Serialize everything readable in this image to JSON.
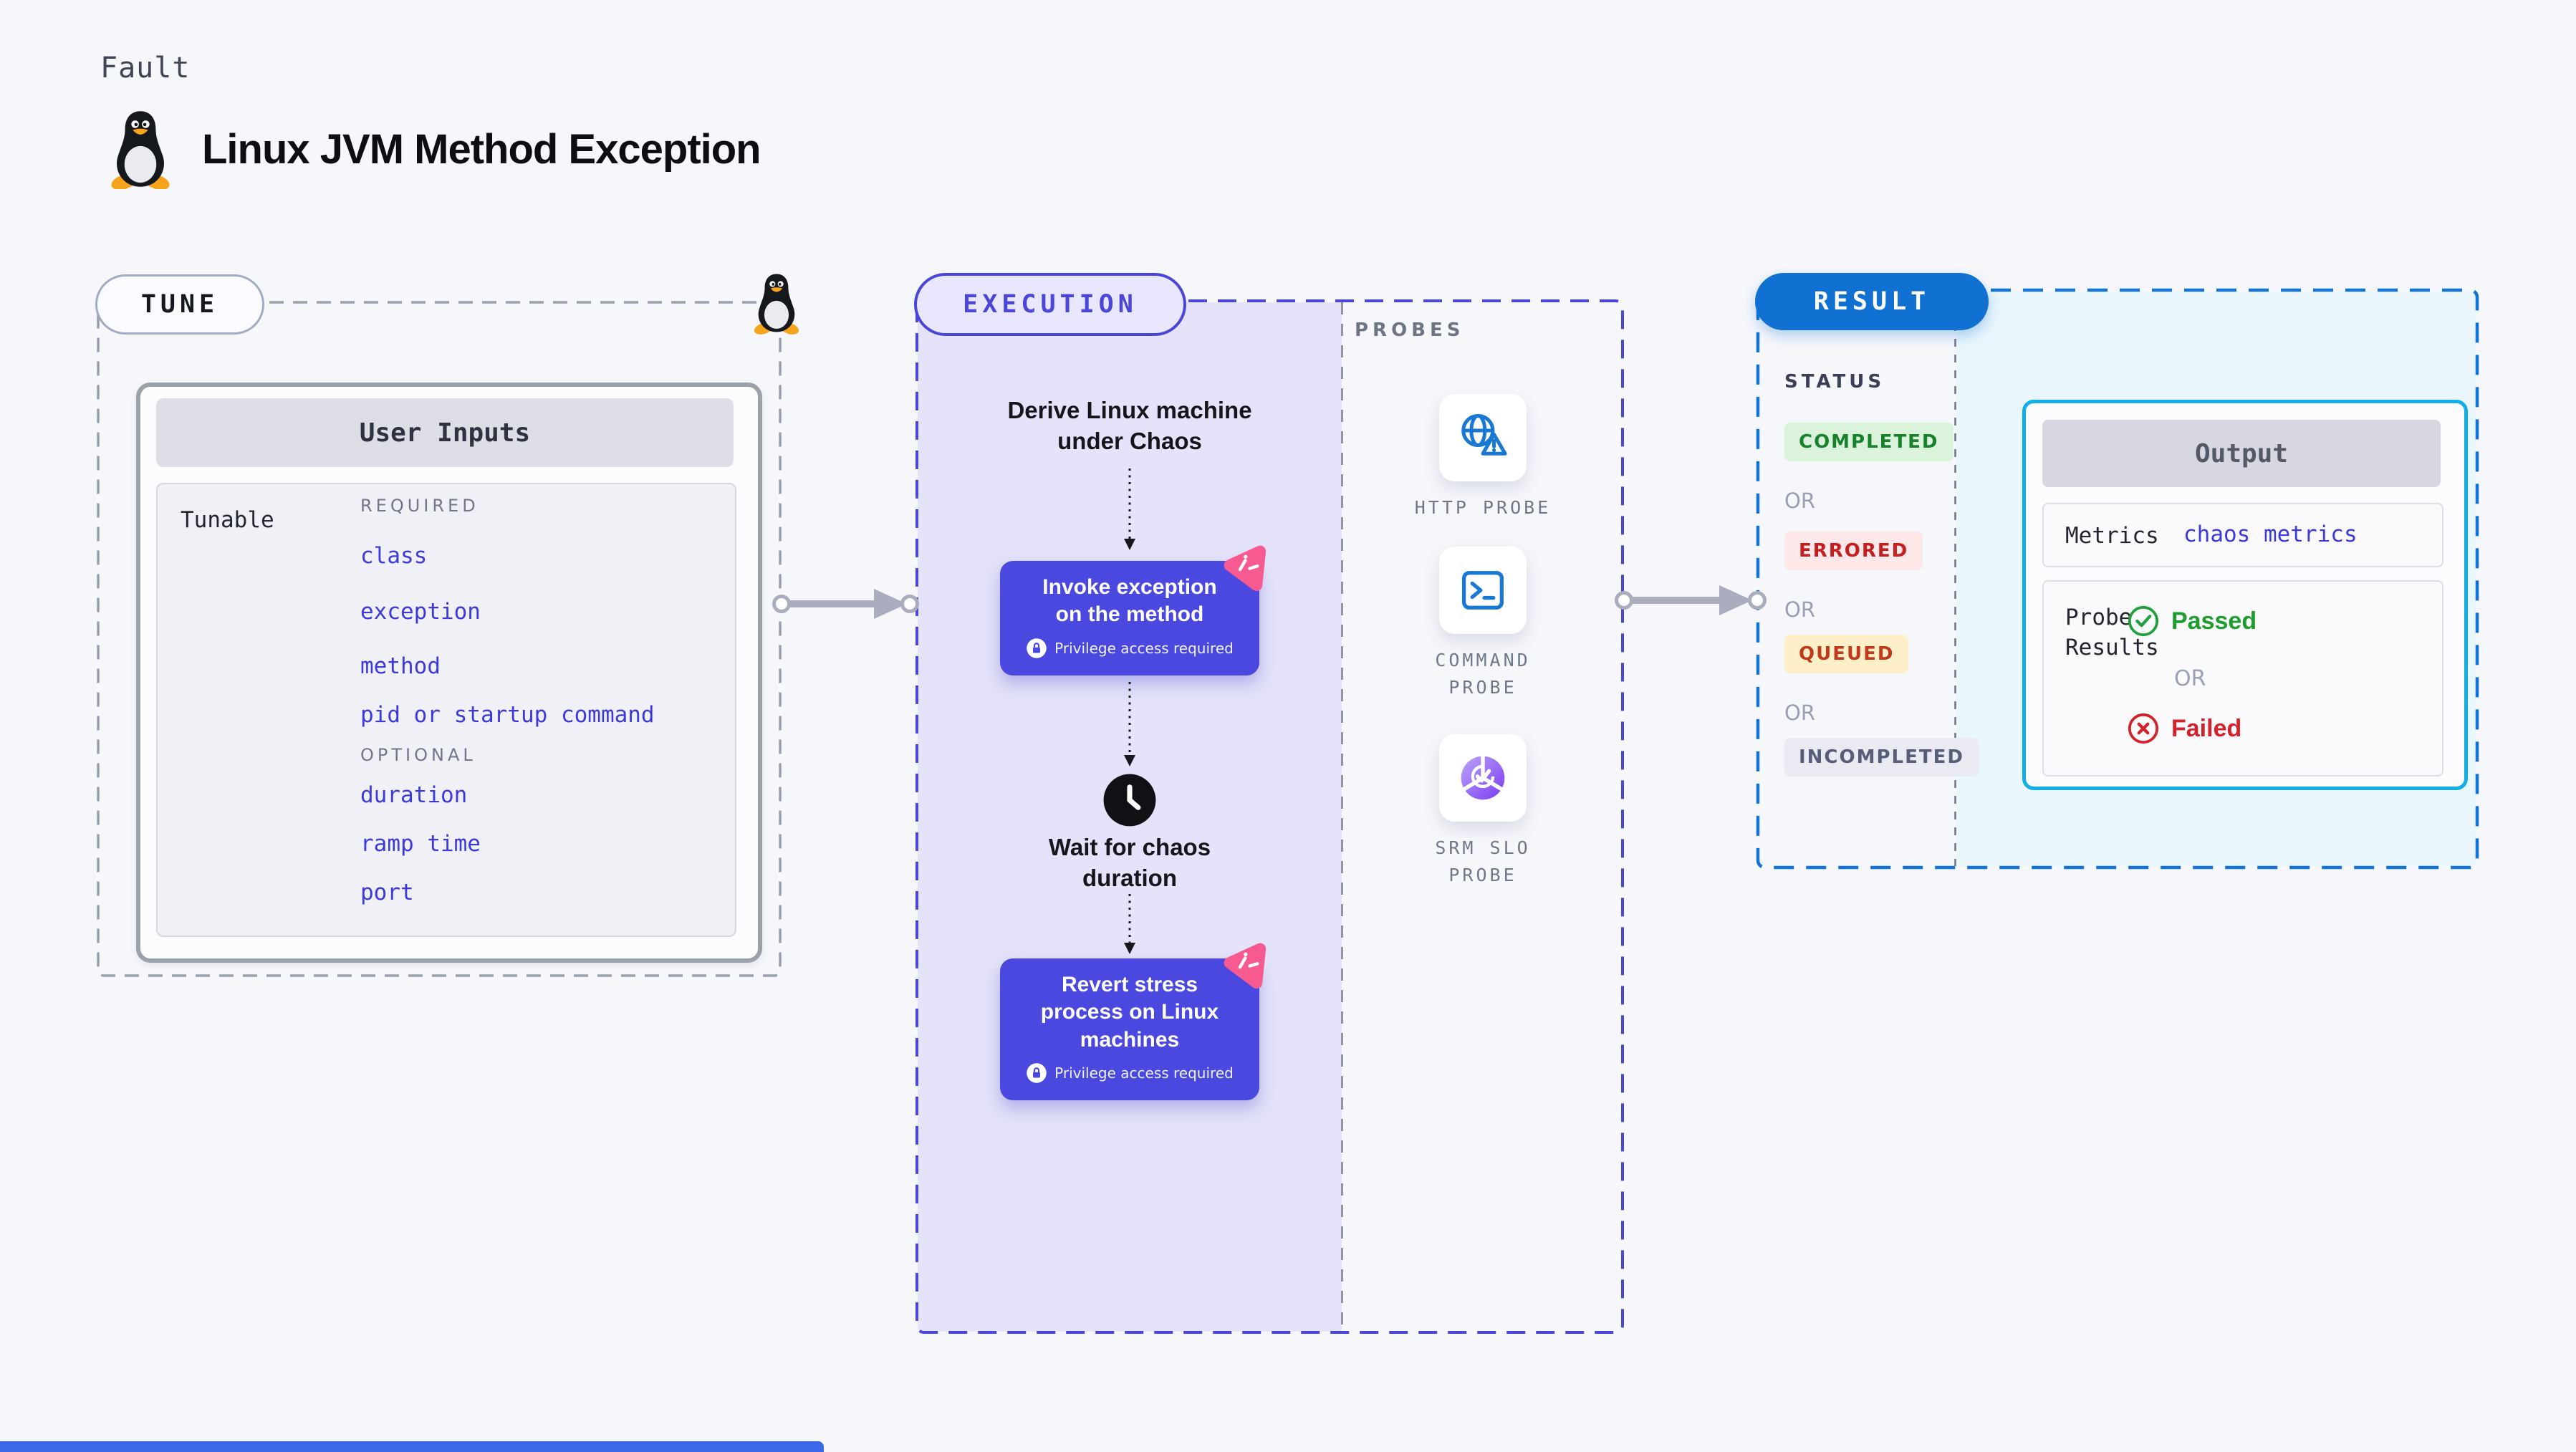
{
  "page": {
    "kicker": "Fault",
    "title": "Linux JVM Method Exception"
  },
  "tune": {
    "badge": "TUNE",
    "card_title": "User Inputs",
    "row_label": "Tunable",
    "required_label": "REQUIRED",
    "required": [
      "class",
      "exception",
      "method",
      "pid or startup command"
    ],
    "optional_label": "OPTIONAL",
    "optional": [
      "duration",
      "ramp time",
      "port"
    ]
  },
  "execution": {
    "badge": "EXECUTION",
    "derive": [
      "Derive Linux machine",
      "under Chaos"
    ],
    "invoke": [
      "Invoke exception",
      "on the method"
    ],
    "wait": [
      "Wait for chaos",
      "duration"
    ],
    "revert": [
      "Revert stress",
      "process on Linux",
      "machines"
    ],
    "privilege": "Privilege access required"
  },
  "probes": {
    "label": "PROBES",
    "http": [
      "HTTP PROBE"
    ],
    "command": [
      "COMMAND",
      "PROBE"
    ],
    "srm": [
      "SRM SLO",
      "PROBE"
    ]
  },
  "result": {
    "badge": "RESULT",
    "status_label": "STATUS",
    "or_label": "OR",
    "statuses": [
      "COMPLETED",
      "ERRORED",
      "QUEUED",
      "INCOMPLETED"
    ],
    "output": {
      "title": "Output",
      "metrics_label": "Metrics",
      "metrics_value": "chaos metrics",
      "probe_results": [
        "Probe",
        "Results"
      ],
      "passed": "Passed",
      "failed": "Failed"
    }
  },
  "icons": {
    "tux": "linux-penguin-icon",
    "lock": "privilege-lock-icon",
    "chaos": "chaos-experiment-icon",
    "clock": "wait-clock-icon",
    "http_probe": "globe-alert-icon",
    "command_probe": "terminal-icon",
    "srm_probe": "slo-donut-check-icon",
    "passed": "check-circle-icon",
    "failed": "x-circle-icon"
  },
  "colors": {
    "page_bg": "#f6f7fb",
    "indigo_accent": "#4b46d8",
    "node_indigo": "#4b48e0",
    "purple_panel": "#e4e3f9",
    "link_indigo": "#3d39db",
    "probe_blue": "#1878d3",
    "result_blue": "#1171d2",
    "cyan_border": "#14aee6",
    "cyan_panel": "#e9f6fc",
    "green": "#1f9c2e",
    "red": "#d2232a",
    "queued_text": "#c0391b",
    "pink_chaos": "#f75a90",
    "gray_dash": "#98a0ac"
  }
}
